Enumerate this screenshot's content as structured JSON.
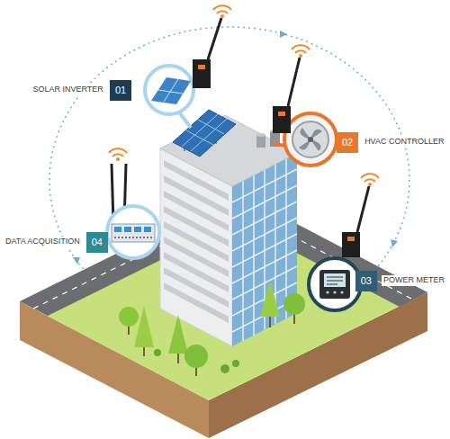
{
  "diagram": {
    "nodes": [
      {
        "text": [
          "SOLAR INVERTER",
          "01"
        ]
      },
      {
        "text": [
          "HVAC CONTROLLER",
          "02"
        ]
      },
      {
        "text": [
          "POWER METER",
          "03"
        ]
      },
      {
        "text": [
          "DATA ACQUISITION",
          "04"
        ]
      }
    ]
  }
}
